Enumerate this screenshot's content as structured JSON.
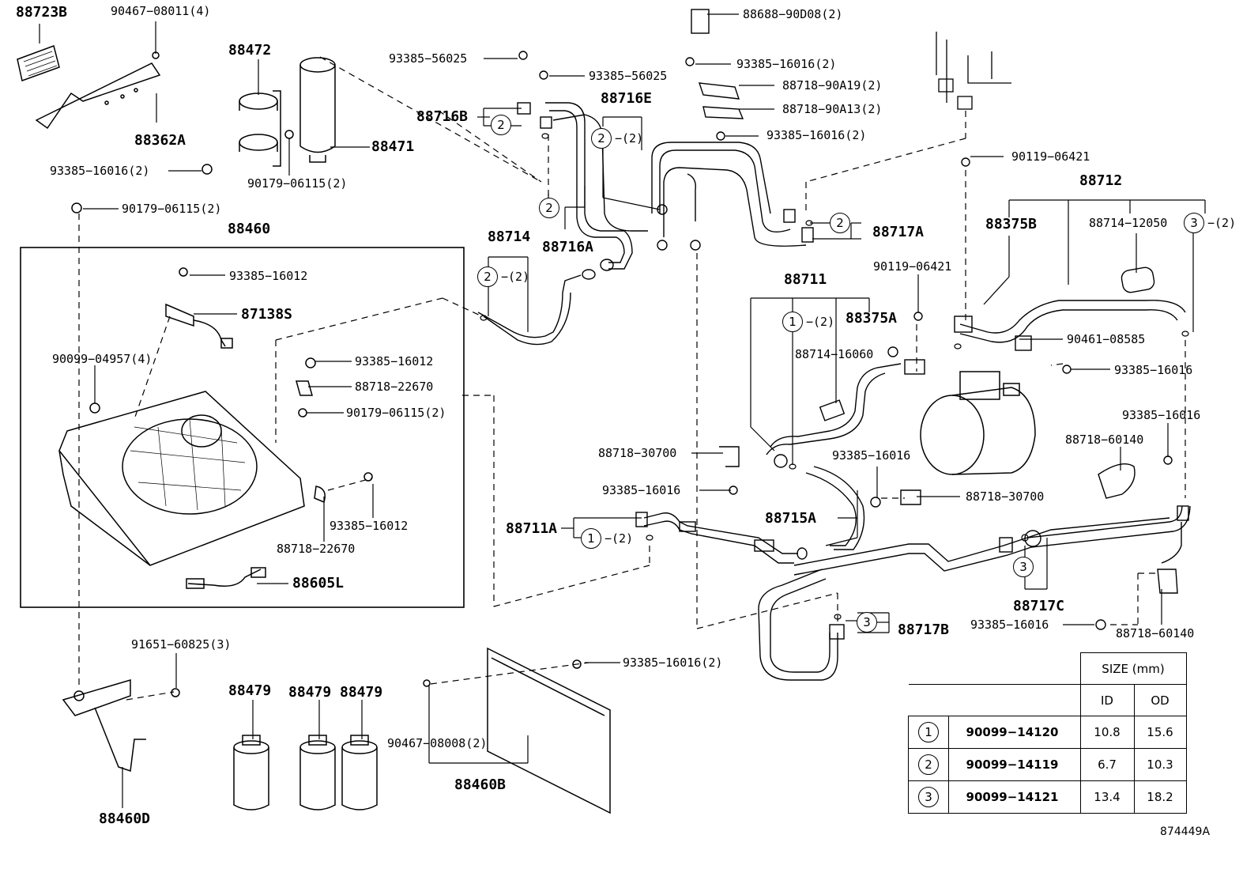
{
  "labels": {
    "p88723B": "88723B",
    "p90467_08011": "90467−08011(4)",
    "p88472": "88472",
    "p88362A": "88362A",
    "p88471": "88471",
    "p93385_16016_2a": "93385−16016(2)",
    "p90179_06115_2a": "90179−06115(2)",
    "p90179_06115_2b": "90179−06115(2)",
    "p88460": "88460",
    "p93385_16012a": "93385−16012",
    "p87138S": "87138S",
    "p90099_04957": "90099−04957(4)",
    "p93385_16012b": "93385−16012",
    "p88718_22670a": "88718−22670",
    "p90179_06115_2c": "90179−06115(2)",
    "p93385_16012c": "93385−16012",
    "p88718_22670b": "88718−22670",
    "p88605L": "88605L",
    "p93385_56025a": "93385−56025",
    "p93385_56025b": "93385−56025",
    "p88716B": "88716B",
    "p88716E": "88716E",
    "p88716A": "88716A",
    "p88714": "88714",
    "p88688": "88688−90D08(2)",
    "p93385_16016_2b": "93385−16016(2)",
    "p88718_90A19": "88718−90A19(2)",
    "p88718_90A13": "88718−90A13(2)",
    "p93385_16016_2c": "93385−16016(2)",
    "p90119_06421a": "90119−06421",
    "p88712": "88712",
    "p88375B": "88375B",
    "p88714_12050": "88714−12050",
    "p88717A": "88717A",
    "p88711": "88711",
    "p90119_06421b": "90119−06421",
    "p88375A": "88375A",
    "p88714_16060": "88714−16060",
    "p90461_08585": "90461−08585",
    "p93385_16016a": "93385−16016",
    "p93385_16016b": "93385−16016",
    "p88718_60140a": "88718−60140",
    "p88718_30700a": "88718−30700",
    "p93385_16016c": "93385−16016",
    "p93385_16016d": "93385−16016",
    "p88718_30700b": "88718−30700",
    "p88711A": "88711A",
    "p88715A": "88715A",
    "p88717C": "88717C",
    "p93385_16016e": "93385−16016",
    "p88718_60140b": "88718−60140",
    "p88717B": "88717B",
    "p91651_60825": "91651−60825(3)",
    "p93385_16016_2d": "93385−16016(2)",
    "p88479a": "88479",
    "p88479b": "88479",
    "p88479c": "88479",
    "p90467_08008": "90467−08008(2)",
    "p88460B": "88460B",
    "p88460D": "88460D",
    "qty2": "−(2)"
  },
  "circles": {
    "c1": "1",
    "c2": "2",
    "c3": "3"
  },
  "size_table": {
    "title": "SIZE (mm)",
    "col_id": "ID",
    "col_od": "OD",
    "rows": [
      {
        "ref": "1",
        "part": "90099−14120",
        "id": "10.8",
        "od": "15.6"
      },
      {
        "ref": "2",
        "part": "90099−14119",
        "id": "6.7",
        "od": "10.3"
      },
      {
        "ref": "3",
        "part": "90099−14121",
        "id": "13.4",
        "od": "18.2"
      }
    ]
  },
  "diagram_code": "874449A"
}
